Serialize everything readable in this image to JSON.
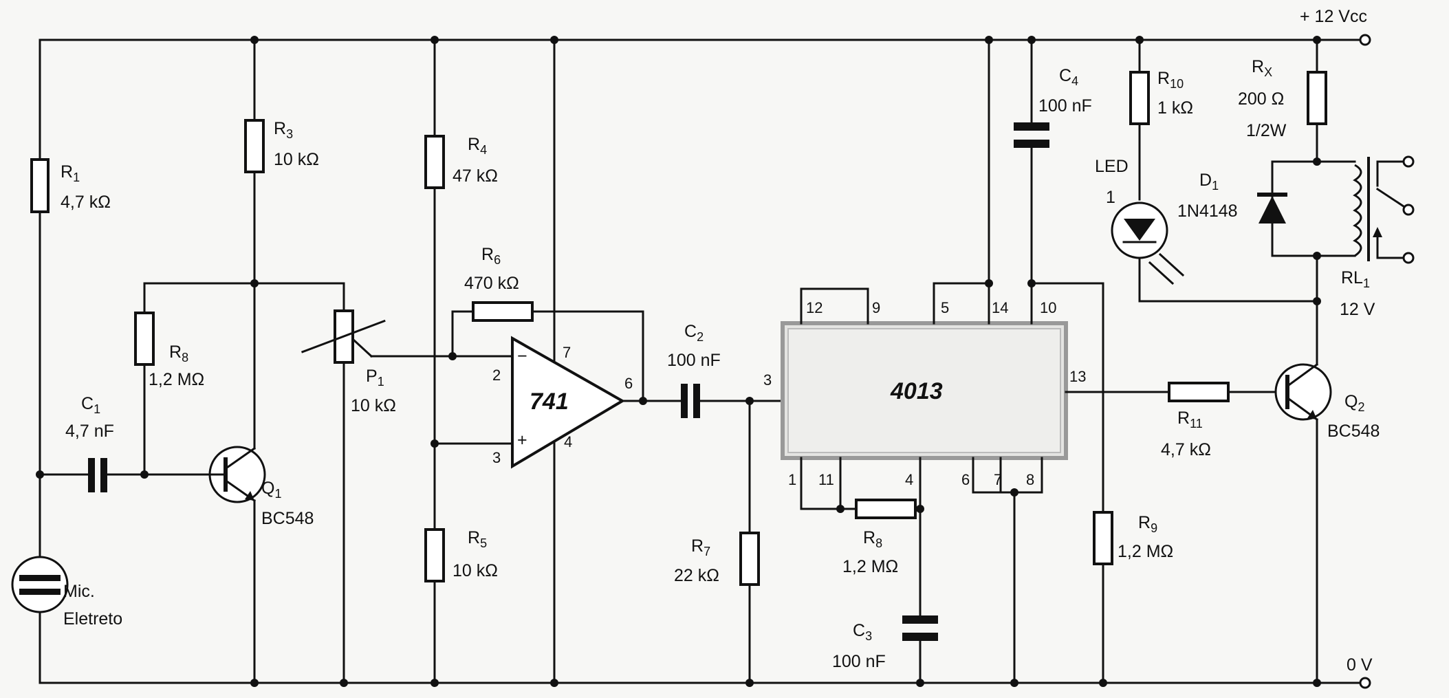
{
  "rails": {
    "vcc": "+ 12 Vcc",
    "gnd": "0 V"
  },
  "components": {
    "r1": {
      "ref": "R",
      "sub": "1",
      "value": "4,7 kΩ"
    },
    "r3": {
      "ref": "R",
      "sub": "3",
      "value": "10 kΩ"
    },
    "r4": {
      "ref": "R",
      "sub": "4",
      "value": "47 kΩ"
    },
    "r5": {
      "ref": "R",
      "sub": "5",
      "value": "10 kΩ"
    },
    "r6": {
      "ref": "R",
      "sub": "6",
      "value": "470 kΩ"
    },
    "r7": {
      "ref": "R",
      "sub": "7",
      "value": "22 kΩ"
    },
    "r8a": {
      "ref": "R",
      "sub": "8",
      "value": "1,2 MΩ"
    },
    "r8b": {
      "ref": "R",
      "sub": "8",
      "value": "1,2 MΩ"
    },
    "r9": {
      "ref": "R",
      "sub": "9",
      "value": "1,2 MΩ"
    },
    "r10": {
      "ref": "R",
      "sub": "10",
      "value": "1 kΩ"
    },
    "r11": {
      "ref": "R",
      "sub": "11",
      "value": "4,7 kΩ"
    },
    "rx": {
      "ref": "R",
      "sub": "X",
      "value": "200 Ω",
      "rating": "1/2W"
    },
    "c1": {
      "ref": "C",
      "sub": "1",
      "value": "4,7 nF"
    },
    "c2": {
      "ref": "C",
      "sub": "2",
      "value": "100 nF"
    },
    "c3": {
      "ref": "C",
      "sub": "3",
      "value": "100 nF"
    },
    "c4": {
      "ref": "C",
      "sub": "4",
      "value": "100 nF"
    },
    "p1": {
      "ref": "P",
      "sub": "1",
      "value": "10 kΩ"
    },
    "q1": {
      "ref": "Q",
      "sub": "1",
      "value": "BC548"
    },
    "q2": {
      "ref": "Q",
      "sub": "2",
      "value": "BC548"
    },
    "d1": {
      "ref": "D",
      "sub": "1",
      "value": "1N4148"
    },
    "led": {
      "ref": "LED",
      "sub": "1"
    },
    "rl1": {
      "ref": "RL",
      "sub": "1",
      "value": "12 V"
    },
    "mic": {
      "line1": "Mic.",
      "line2": "Eletreto"
    },
    "opamp": {
      "name": "741",
      "minus": "−",
      "plus": "+",
      "pin2": "2",
      "pin3": "3",
      "pin4": "4",
      "pin6": "6",
      "pin7": "7"
    },
    "ic4013": {
      "name": "4013",
      "pins": {
        "p12": "12",
        "p9": "9",
        "p5": "5",
        "p14": "14",
        "p10": "10",
        "p3": "3",
        "p13": "13",
        "p1": "1",
        "p11": "11",
        "p4": "4",
        "p6": "6",
        "p7": "7",
        "p8": "8"
      }
    }
  }
}
